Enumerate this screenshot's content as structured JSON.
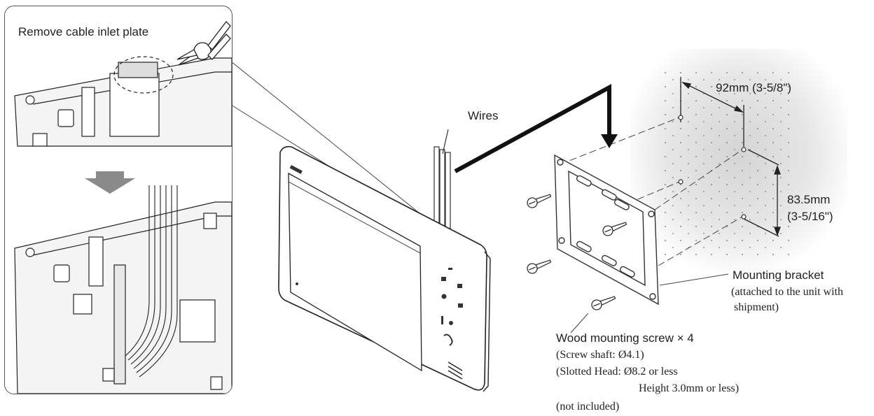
{
  "labels": {
    "remove_plate": "Remove cable inlet plate",
    "wires": "Wires",
    "width_dim": "92mm (3-5/8\")",
    "height_dim_mm": "83.5mm",
    "height_dim_in": "(3-5/16\")",
    "bracket_title": "Mounting bracket",
    "bracket_note_1": "(attached to the unit with",
    "bracket_note_2": "shipment)",
    "screw_title": "Wood mounting screw × 4",
    "screw_shaft": "(Screw shaft: Ø4.1)",
    "slotted_head": "(Slotted Head: Ø8.2 or less",
    "head_height": "Height 3.0mm or less)",
    "not_included": "(not included)"
  },
  "colors": {
    "line": "#333333",
    "arrow": "#8a8a8a",
    "wall_shadow": "#d8d8d8",
    "panel_fill": "#f4f4f4"
  },
  "icons": [
    "scissors-icon",
    "down-arrow-icon",
    "speaker-grille-icon"
  ]
}
